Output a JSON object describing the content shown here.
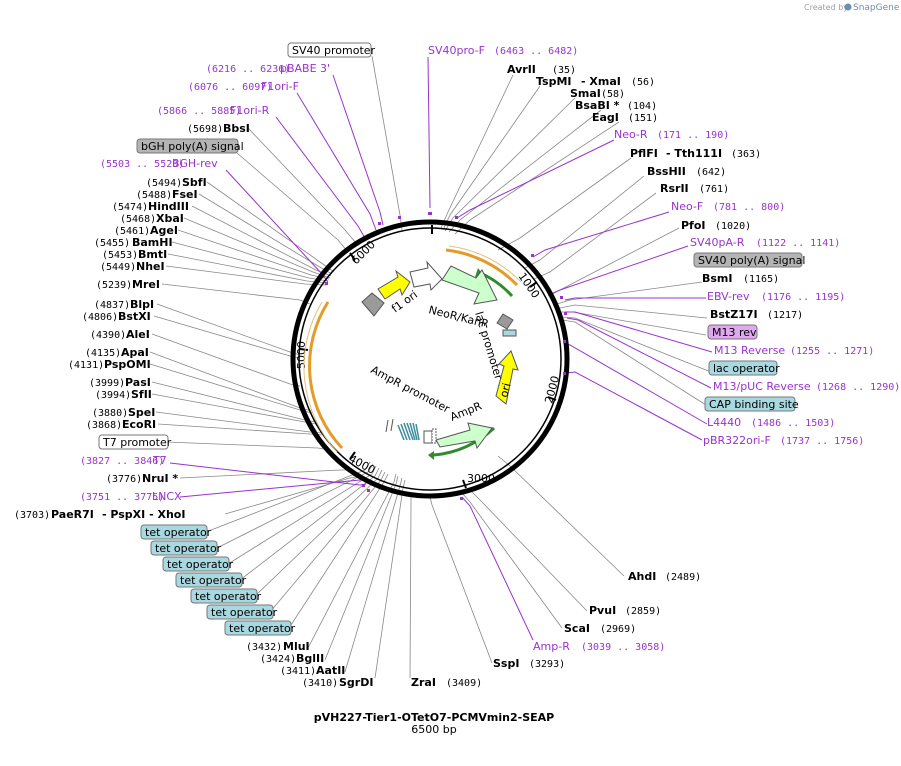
{
  "credit": {
    "prefix": "Created by",
    "brand": "SnapGene"
  },
  "plasmid": {
    "name": "pVH227-Tier1-OTetO7-PCMVmin2-SEAP",
    "size_label": "6500 bp",
    "length": 6500
  },
  "ticks": [
    "1000",
    "2000",
    "3000",
    "4000",
    "5000",
    "6000"
  ],
  "boxed_labels": [
    {
      "text": "SV40 promoter",
      "fill": "#ffffff"
    },
    {
      "text": "bGH poly(A) signal",
      "fill": "#b4b4b4"
    },
    {
      "text": "SV40 poly(A) signal",
      "fill": "#b4b4b4"
    },
    {
      "text": "M13 rev",
      "fill": "#e0a8f0"
    },
    {
      "text": "lac operator",
      "fill": "#a8d8e0"
    },
    {
      "text": "CAP binding site",
      "fill": "#a8d8e0"
    },
    {
      "text": "T7 promoter",
      "fill": "#ffffff"
    },
    {
      "text": "tet operator",
      "fill": "#a8d8e0"
    },
    {
      "text": "tet operator",
      "fill": "#a8d8e0"
    },
    {
      "text": "tet operator",
      "fill": "#a8d8e0"
    },
    {
      "text": "tet operator",
      "fill": "#a8d8e0"
    },
    {
      "text": "tet operator",
      "fill": "#a8d8e0"
    },
    {
      "text": "tet operator",
      "fill": "#a8d8e0"
    },
    {
      "text": "tet operator",
      "fill": "#a8d8e0"
    }
  ],
  "labels_right": [
    {
      "name": "AvrII",
      "pos": "(35)"
    },
    {
      "name": "TspMI",
      "mid": "- XmaI",
      "pos": "(56)"
    },
    {
      "name": "SmaI",
      "pos": "(58)"
    },
    {
      "name": "BsaBI *",
      "pos": "(104)"
    },
    {
      "name": "EagI",
      "pos": "(151)"
    },
    {
      "name": "PflFI",
      "mid": "- Tth111I",
      "pos": "(363)"
    },
    {
      "name": "BssHII",
      "pos": "(642)"
    },
    {
      "name": "RsrII",
      "pos": "(761)"
    },
    {
      "name": "PfoI",
      "pos": "(1020)"
    },
    {
      "name": "BsmI",
      "pos": "(1165)"
    },
    {
      "name": "BstZ17I",
      "pos": "(1217)"
    },
    {
      "name": "AhdI",
      "pos": "(2489)"
    },
    {
      "name": "PvuI",
      "pos": "(2859)"
    },
    {
      "name": "ScaI",
      "pos": "(2969)"
    },
    {
      "name": "SspI",
      "pos": "(3293)"
    },
    {
      "name": "ZraI",
      "pos": "(3409)"
    }
  ],
  "labels_left": [
    {
      "name": "BbsI",
      "pos": "(5698)"
    },
    {
      "name": "SbfI",
      "pos": "(5494)"
    },
    {
      "name": "FseI",
      "pos": "(5488)"
    },
    {
      "name": "HindIII",
      "pos": "(5474)"
    },
    {
      "name": "XbaI",
      "pos": "(5468)"
    },
    {
      "name": "AgeI",
      "pos": "(5461)"
    },
    {
      "name": "BamHI",
      "pos": "(5455)"
    },
    {
      "name": "BmtI",
      "pos": "(5453)"
    },
    {
      "name": "NheI",
      "pos": "(5449)"
    },
    {
      "name": "MreI",
      "pos": "(5239)"
    },
    {
      "name": "BlpI",
      "pos": "(4837)"
    },
    {
      "name": "BstXI",
      "pos": "(4806)"
    },
    {
      "name": "AleI",
      "pos": "(4390)"
    },
    {
      "name": "ApaI",
      "pos": "(4135)"
    },
    {
      "name": "PspOMI",
      "pos": "(4131)"
    },
    {
      "name": "PasI",
      "pos": "(3999)"
    },
    {
      "name": "SfII",
      "pos": "(3994)"
    },
    {
      "name": "SpeI",
      "pos": "(3880)"
    },
    {
      "name": "EcoRI",
      "pos": "(3868)"
    },
    {
      "name": "NruI *",
      "pos": "(3776)"
    },
    {
      "name": "PaeR7I",
      "mid": "- PspXI - XhoI",
      "pos": "(3703)"
    },
    {
      "name": "MluI",
      "pos": "(3432)"
    },
    {
      "name": "BglII",
      "pos": "(3424)"
    },
    {
      "name": "AatII",
      "pos": "(3411)"
    },
    {
      "name": "SgrDI",
      "pos": "(3410)"
    }
  ],
  "primers": [
    {
      "name": "SV40pro-F",
      "range": "(6463 .. 6482)"
    },
    {
      "name": "pBABE 3'",
      "range": "(6216 .. 6236)"
    },
    {
      "name": "F1ori-F",
      "range": "(6076 .. 6097)"
    },
    {
      "name": "F1ori-R",
      "range": "(5866 .. 5885)"
    },
    {
      "name": "BGH-rev",
      "range": "(5503 .. 5520)"
    },
    {
      "name": "Neo-R",
      "range": "(171 .. 190)"
    },
    {
      "name": "Neo-F",
      "range": "(781 .. 800)"
    },
    {
      "name": "SV40pA-R",
      "range": "(1122 .. 1141)"
    },
    {
      "name": "EBV-rev",
      "range": "(1176 .. 1195)"
    },
    {
      "name": "M13 Reverse",
      "range": "(1255 .. 1271)"
    },
    {
      "name": "M13/pUC Reverse",
      "range": "(1268 .. 1290)"
    },
    {
      "name": "L4440",
      "range": "(1486 .. 1503)"
    },
    {
      "name": "pBR322ori-F",
      "range": "(1737 .. 1756)"
    },
    {
      "name": "Amp-R",
      "range": "(3039 .. 3058)"
    },
    {
      "name": "T7",
      "range": "(3827 .. 3846)"
    },
    {
      "name": "LNCX",
      "range": "(3751 .. 3775)"
    }
  ],
  "features": [
    "f1 ori",
    "NeoR/KanR",
    "lac promoter",
    "ori",
    "AmpR",
    "AmpR promoter"
  ],
  "colors": {
    "primer": "#9933cc",
    "orf": "#2e8b2e",
    "orange": "#e69a28",
    "yellow": "#ffff00",
    "green_light": "#ccffcc"
  }
}
